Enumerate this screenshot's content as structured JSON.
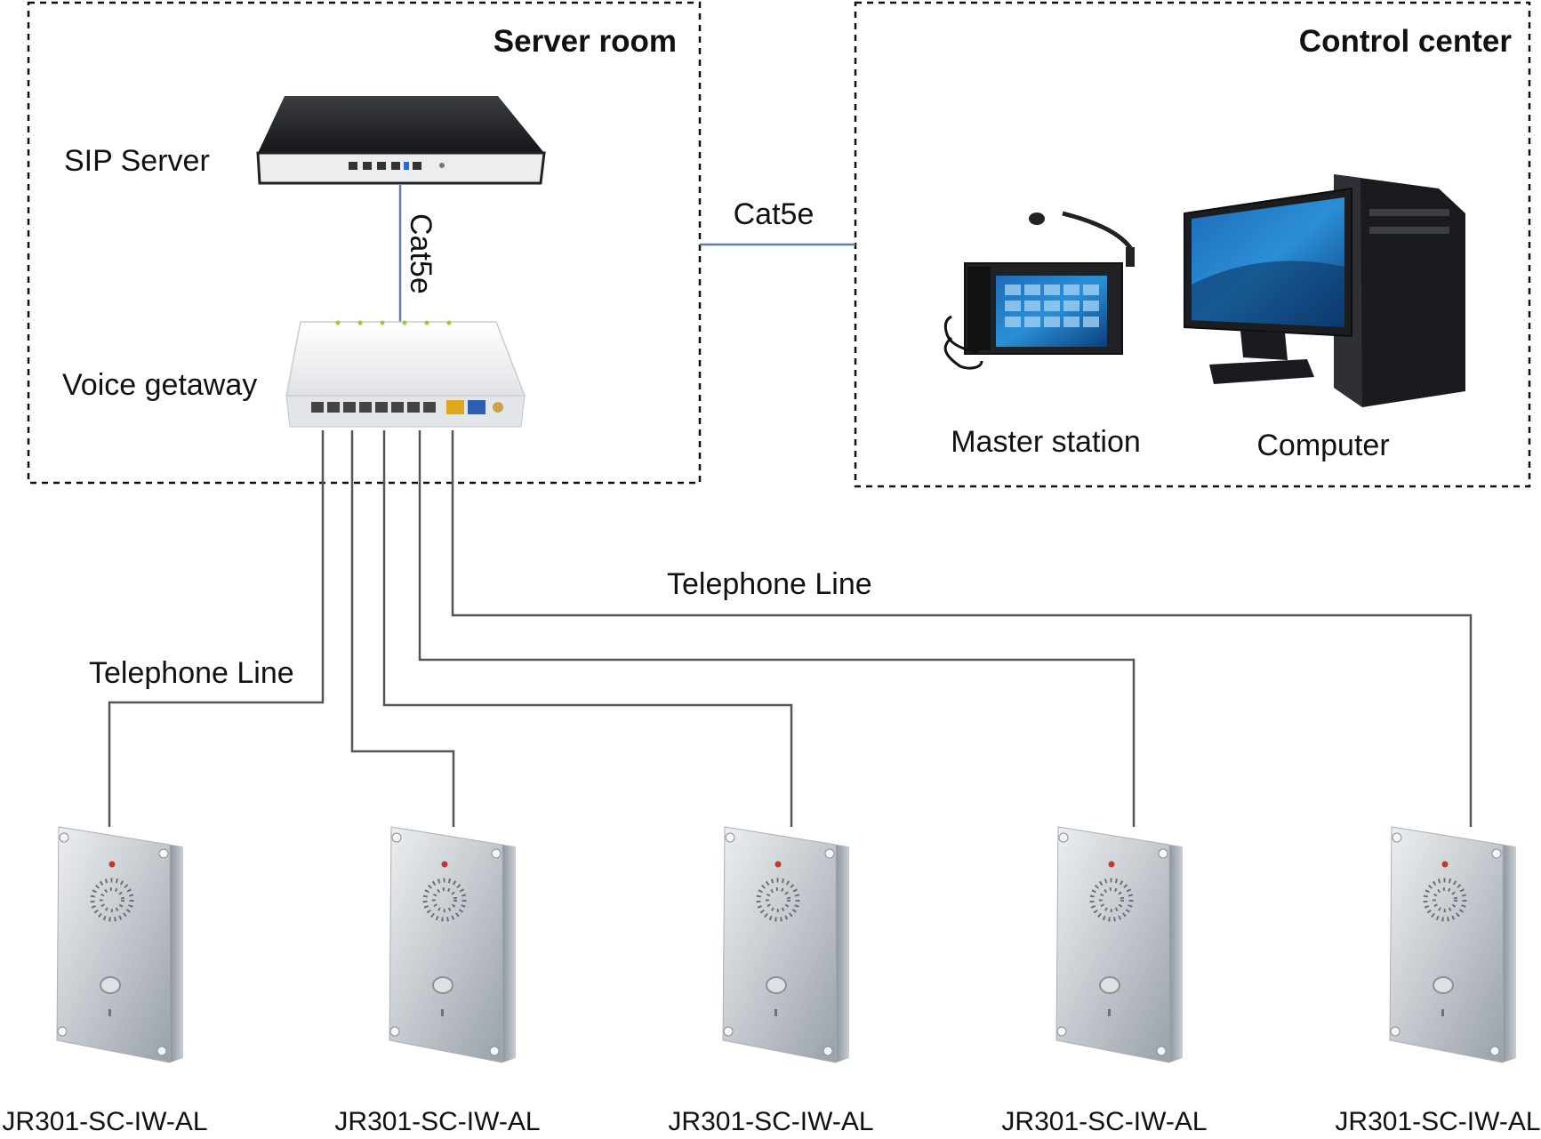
{
  "zones": {
    "server_room": {
      "title": "Server room"
    },
    "control_center": {
      "title": "Control center"
    }
  },
  "devices": {
    "sip_server": {
      "label": "SIP Server"
    },
    "voice_gateway": {
      "label": "Voice getaway"
    },
    "master_station": {
      "label": "Master station"
    },
    "computer": {
      "label": "Computer"
    }
  },
  "connections": {
    "server_to_gateway": {
      "label": "Cat5e"
    },
    "server_room_to_control": {
      "label": "Cat5e"
    },
    "phone_line_upper": {
      "label": "Telephone Line"
    },
    "phone_line_left": {
      "label": "Telephone Line"
    }
  },
  "phones": [
    {
      "model": "JR301-SC-IW-AL"
    },
    {
      "model": "JR301-SC-IW-AL"
    },
    {
      "model": "JR301-SC-IW-AL"
    },
    {
      "model": "JR301-SC-IW-AL"
    },
    {
      "model": "JR301-SC-IW-AL"
    }
  ],
  "colors": {
    "ethernet_line": "#5b7fae",
    "telephone_line": "#555555",
    "zone_border": "#111111"
  }
}
